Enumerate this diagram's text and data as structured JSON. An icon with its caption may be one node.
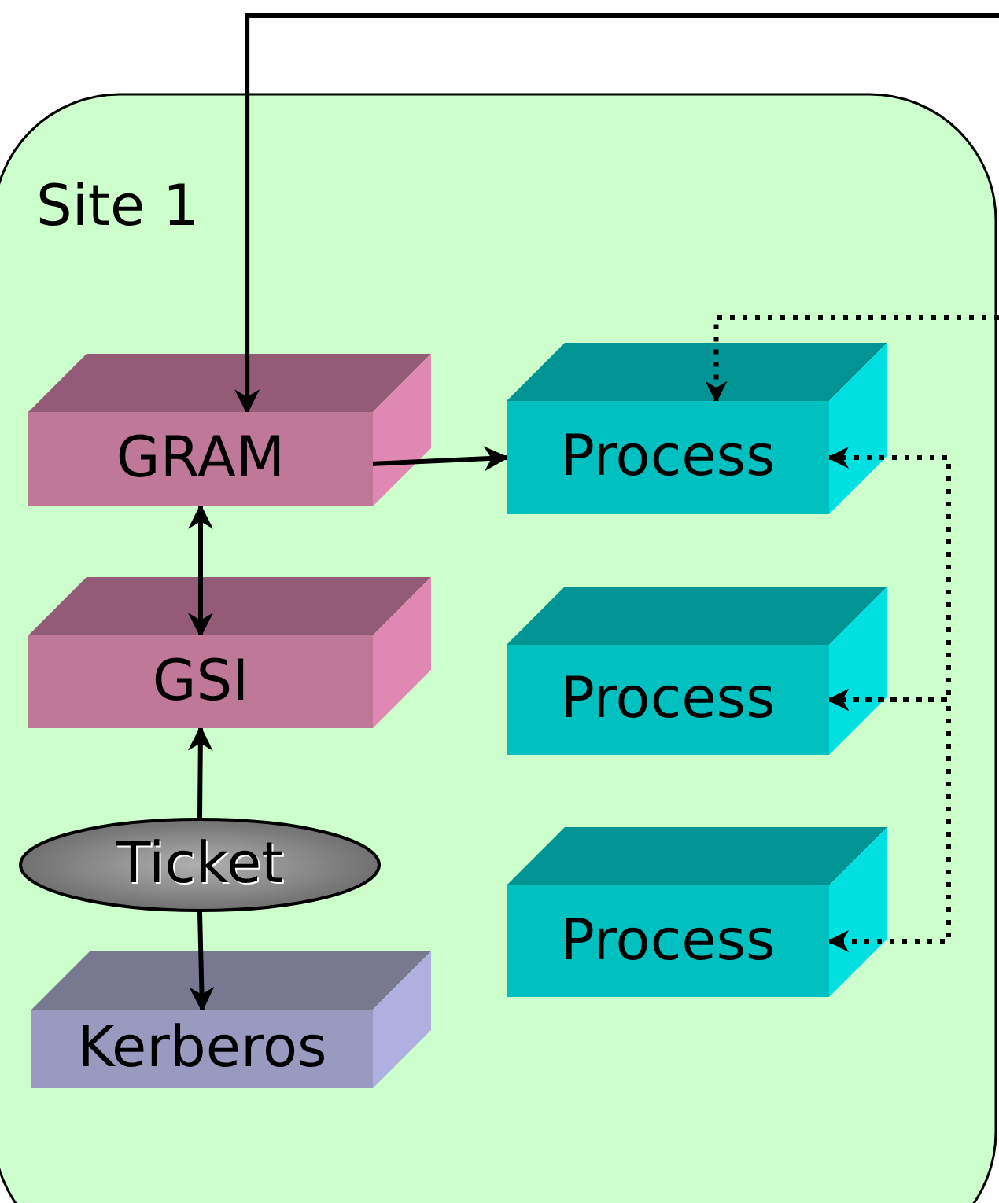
{
  "diagram": {
    "nodes": [
      {
        "text": [
          "Site 1"
        ]
      },
      {
        "text": [
          "GRAM"
        ],
        "in": 0
      },
      {
        "text": [
          "GSI"
        ],
        "in": 0
      },
      {
        "text": [
          "Ticket"
        ],
        "in": 0
      },
      {
        "text": [
          "Kerberos"
        ],
        "in": 0
      },
      {
        "text": [
          "Process"
        ],
        "in": 0
      },
      {
        "text": [
          "Process"
        ],
        "in": 0
      },
      {
        "text": [
          "Process"
        ],
        "in": 0
      }
    ],
    "edges": [
      {
        "from": null,
        "to": 1,
        "arrow": "to"
      },
      {
        "from": 1,
        "to": 5,
        "arrow": "to"
      },
      {
        "from": 1,
        "to": 2,
        "arrow": "both"
      },
      {
        "from": 3,
        "to": 2,
        "arrow": "to"
      },
      {
        "from": 3,
        "to": 4,
        "arrow": "to"
      },
      {
        "from": null,
        "to": 5,
        "arrow": "to",
        "style": "dashed"
      },
      {
        "from": 5,
        "to": 6,
        "arrow": "both",
        "style": "dashed"
      },
      {
        "from": 6,
        "to": 7,
        "arrow": "both",
        "style": "dashed"
      }
    ]
  }
}
